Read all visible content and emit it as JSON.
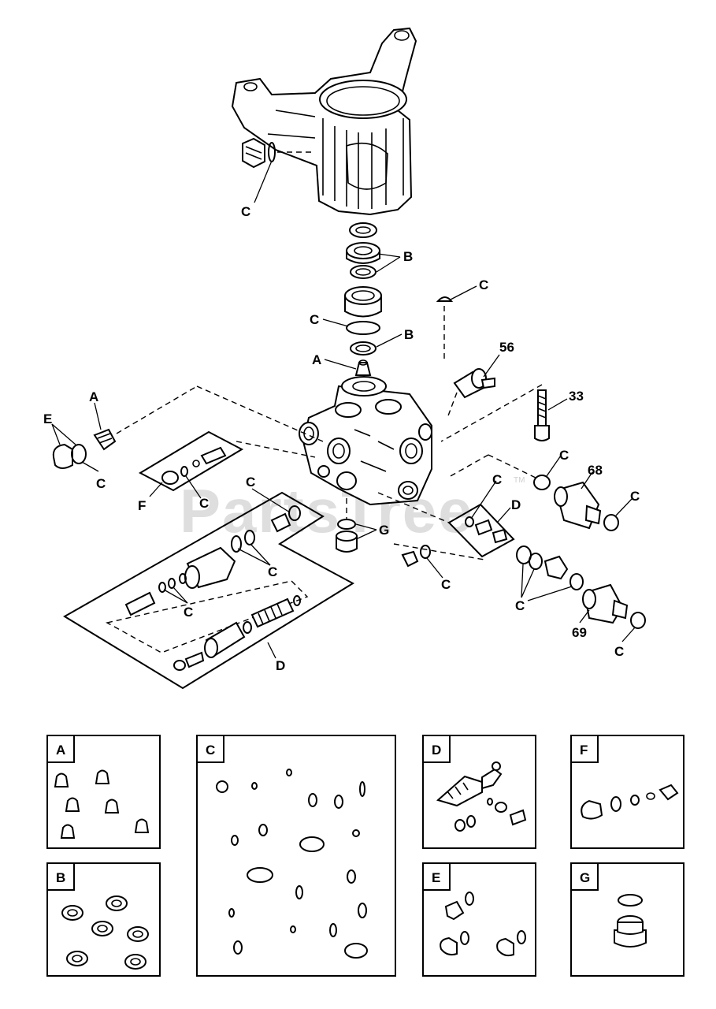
{
  "watermark": {
    "text": "PartsTree",
    "tm": "TM"
  },
  "callouts": {
    "c_top": "C",
    "b1": "B",
    "c_ball": "C",
    "c2": "C",
    "b2": "B",
    "a1": "A",
    "n56": "56",
    "n33": "33",
    "a2": "A",
    "e1": "E",
    "c3": "C",
    "f1": "F",
    "c4": "C",
    "c5": "C",
    "c6": "C",
    "c7": "C",
    "d1": "D",
    "c8": "C",
    "d2": "D",
    "c9": "C",
    "n68": "68",
    "c10": "C",
    "g1": "G",
    "c11": "C",
    "c12": "C",
    "n69": "69",
    "c13": "C"
  },
  "kits": [
    {
      "letter": "A"
    },
    {
      "letter": "B"
    },
    {
      "letter": "C"
    },
    {
      "letter": "D"
    },
    {
      "letter": "E"
    },
    {
      "letter": "F"
    },
    {
      "letter": "G"
    }
  ]
}
